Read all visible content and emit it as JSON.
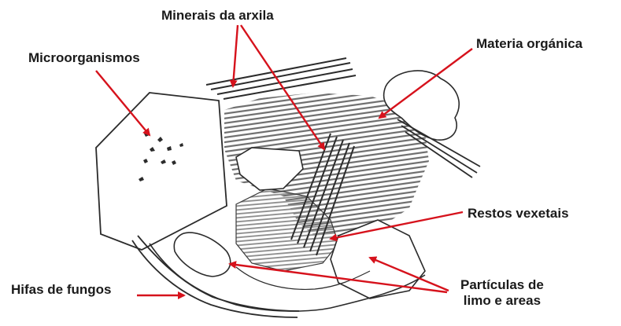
{
  "labels": {
    "minerais": "Minerais da arxila",
    "microorganismos": "Microorganismos",
    "materia": "Materia orgánica",
    "restos": "Restos vexetais",
    "hifas": "Hifas de fungos",
    "particulas_line1": "Partículas de",
    "particulas_line2": "limo e areas"
  },
  "colors": {
    "arrow": "#d6121c",
    "ink": "#2b2b2b",
    "shading": "#7a7a7a"
  }
}
